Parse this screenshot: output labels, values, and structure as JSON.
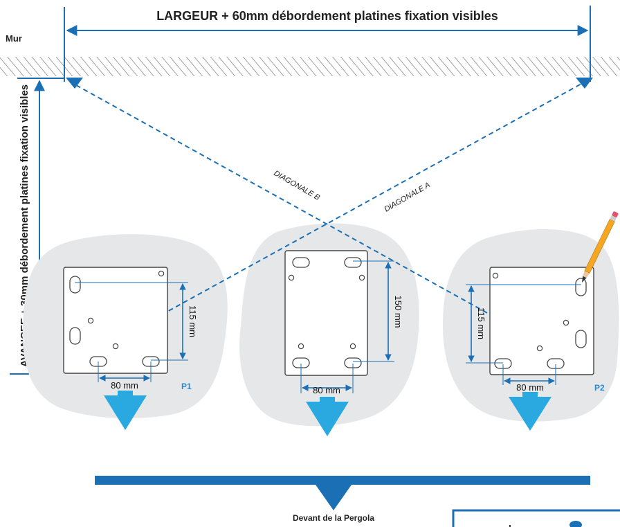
{
  "labels": {
    "mur": "Mur",
    "largeur": "LARGEUR + 60mm débordement platines fixation visibles",
    "avancee": "AVANCEE + 30mm débordement platines fixation visibles",
    "diagonale_a": "DIAGONALE A",
    "diagonale_b": "DIAGONALE B",
    "devant": "Devant de la Pergola"
  },
  "plates": {
    "p1": {
      "name": "P1",
      "vertical_dim": "115 mm",
      "horizontal_dim": "80 mm"
    },
    "center": {
      "vertical_dim": "150 mm",
      "horizontal_dim": "80 mm"
    },
    "p2": {
      "name": "P2",
      "vertical_dim": "115 mm",
      "horizontal_dim": "80 mm"
    }
  },
  "colors": {
    "accent_blue": "#1a6fb5",
    "light_blue": "#2aa8e0",
    "blob_gray": "#e6e7e8",
    "plate_name": "#2a8ad4",
    "pencil_body": "#f5a623",
    "pencil_tip": "#e2546b"
  }
}
